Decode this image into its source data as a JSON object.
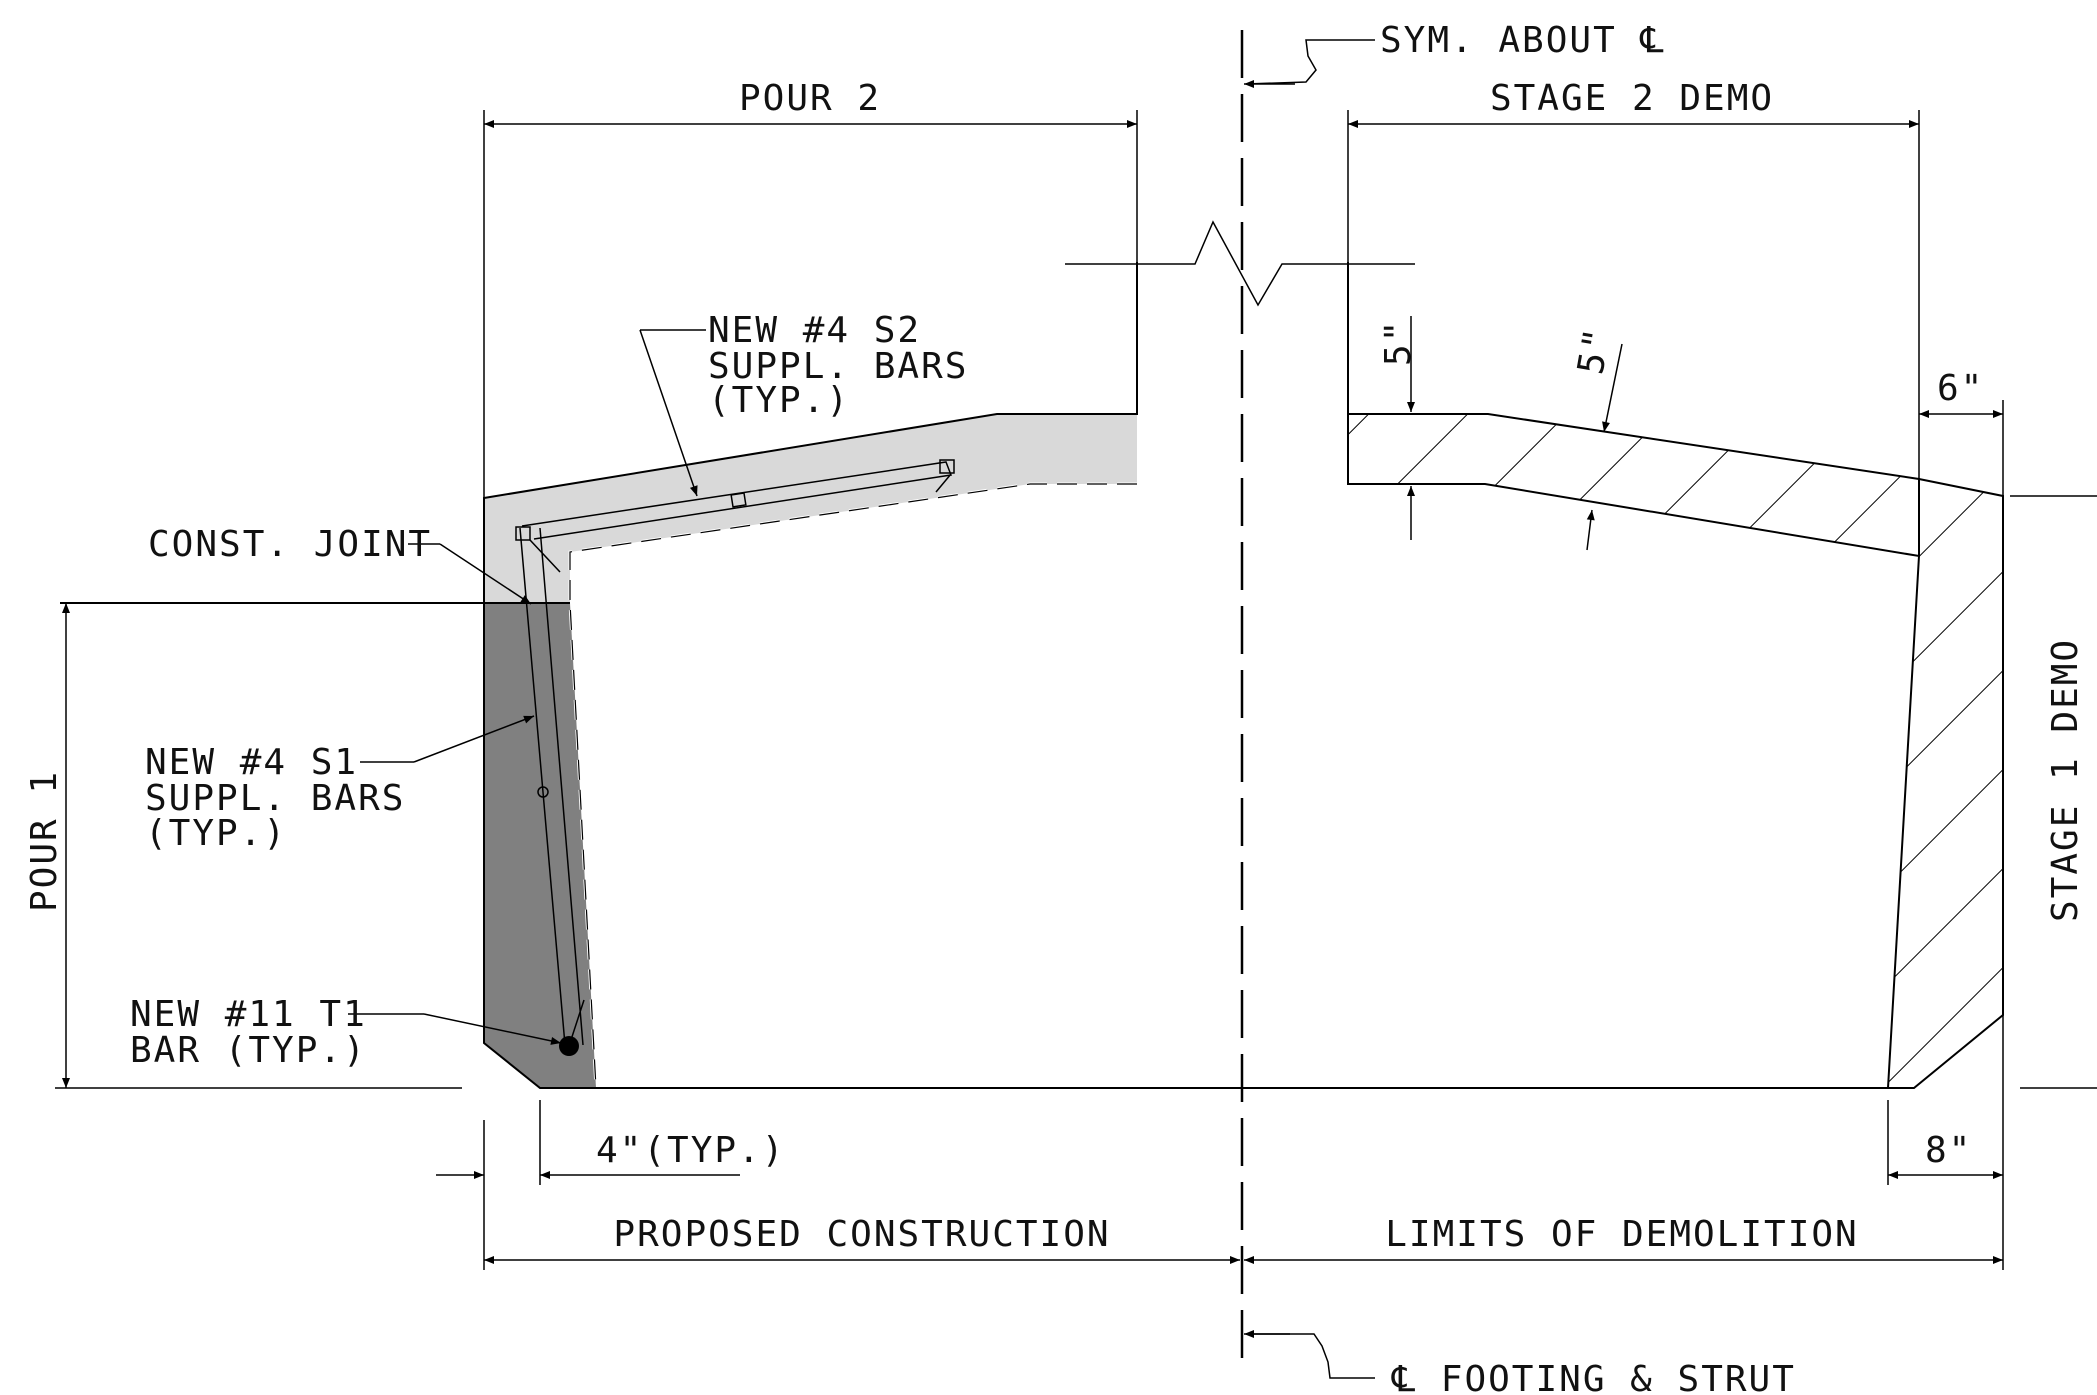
{
  "labels": {
    "sym_about": "SYM. ABOUT ℄",
    "pour2": "POUR 2",
    "stage2_demo": "STAGE 2 DEMO",
    "new4_s2_line1": "NEW #4 S2",
    "new4_s2_line2": "SUPPL. BARS",
    "new4_s2_line3": "(TYP.)",
    "dim_5in_a": "5\"",
    "dim_5in_b": "5\"",
    "dim_6in": "6\"",
    "const_joint": "CONST. JOINT",
    "pour1": "POUR 1",
    "new4_s1_line1": "NEW #4 S1",
    "new4_s1_line2": "SUPPL. BARS",
    "new4_s1_line3": "(TYP.)",
    "stage1_demo": "STAGE 1 DEMO",
    "new11_t1_line1": "NEW #11 T1",
    "new11_t1_line2": "BAR (TYP.)",
    "dim_4in_typ": "4\"(TYP.)",
    "dim_8in": "8\"",
    "proposed_construction": "PROPOSED CONSTRUCTION",
    "limits_of_demolition": "LIMITS OF DEMOLITION",
    "cl_footing": "℄ FOOTING & STRUT"
  },
  "colors": {
    "pour1_fill": "#808080",
    "pour2_fill": "#d9d9d9",
    "line": "#000000"
  }
}
